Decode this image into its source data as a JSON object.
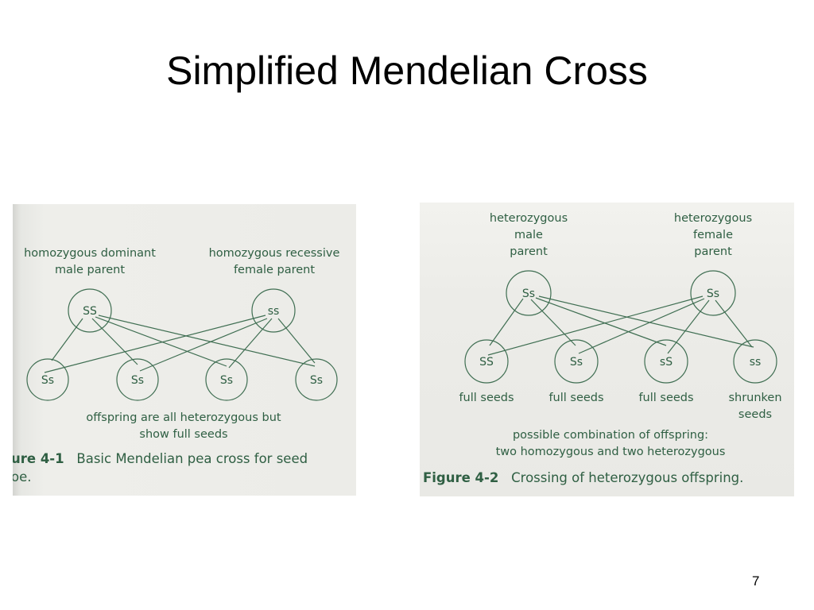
{
  "slide": {
    "title": "Simplified Mendelian Cross",
    "page_number": "7"
  },
  "figure1": {
    "parent_male_label": "homozygous dominant\nmale parent",
    "parent_female_label": "homozygous recessive\nfemale parent",
    "parent_male_genotype": "SS",
    "parent_female_genotype": "ss",
    "offspring": [
      "Ss",
      "Ss",
      "Ss",
      "Ss"
    ],
    "note": "offspring are all heterozygous but\nshow full seeds",
    "caption_number": "ure 4-1",
    "caption_text": "Basic Mendelian pea cross for seed",
    "caption_cont": "oe."
  },
  "figure2": {
    "parent_male_label": "heterozygous\nmale\nparent",
    "parent_female_label": "heterozygous\nfemale\nparent",
    "parent_male_genotype": "Ss",
    "parent_female_genotype": "Ss",
    "offspring": [
      "SS",
      "Ss",
      "sS",
      "ss"
    ],
    "phenotypes": [
      "full seeds",
      "full seeds",
      "full seeds",
      "shrunken\nseeds"
    ],
    "note": "possible combination of offspring:\ntwo homozygous and two heterozygous",
    "caption_number": "Figure 4-2",
    "caption_text": "Crossing of heterozygous offspring."
  }
}
